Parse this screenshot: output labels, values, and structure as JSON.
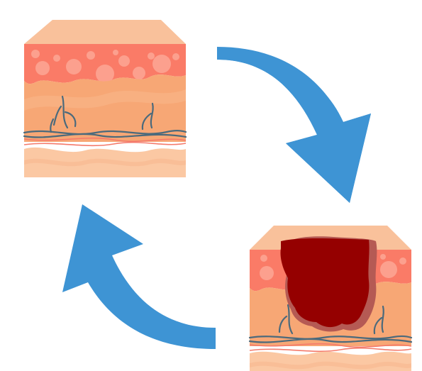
{
  "illustration": {
    "blocks": [
      {
        "name": "healthy-skin-block",
        "condition": "healthy"
      },
      {
        "name": "wounded-skin-block",
        "condition": "wound"
      }
    ],
    "arrows": [
      {
        "name": "arrow-clockwise-icon",
        "direction": "healthy-to-wound"
      },
      {
        "name": "arrow-counterclockwise-icon",
        "direction": "wound-to-healthy"
      }
    ],
    "colors": {
      "skin_top": "#f9c19b",
      "epidermis": "#fa7b67",
      "cell": "#fca08e",
      "dermis": "#f7a775",
      "dermis_light": "#f9c09c",
      "deep_layer": "#fbc8a3",
      "blood_vessel": "#f47a6b",
      "nerve_line": "#4b6a7c",
      "arrow": "#3e94d4",
      "wound_dark": "#950000",
      "wound_edge": "#b55a54"
    }
  }
}
